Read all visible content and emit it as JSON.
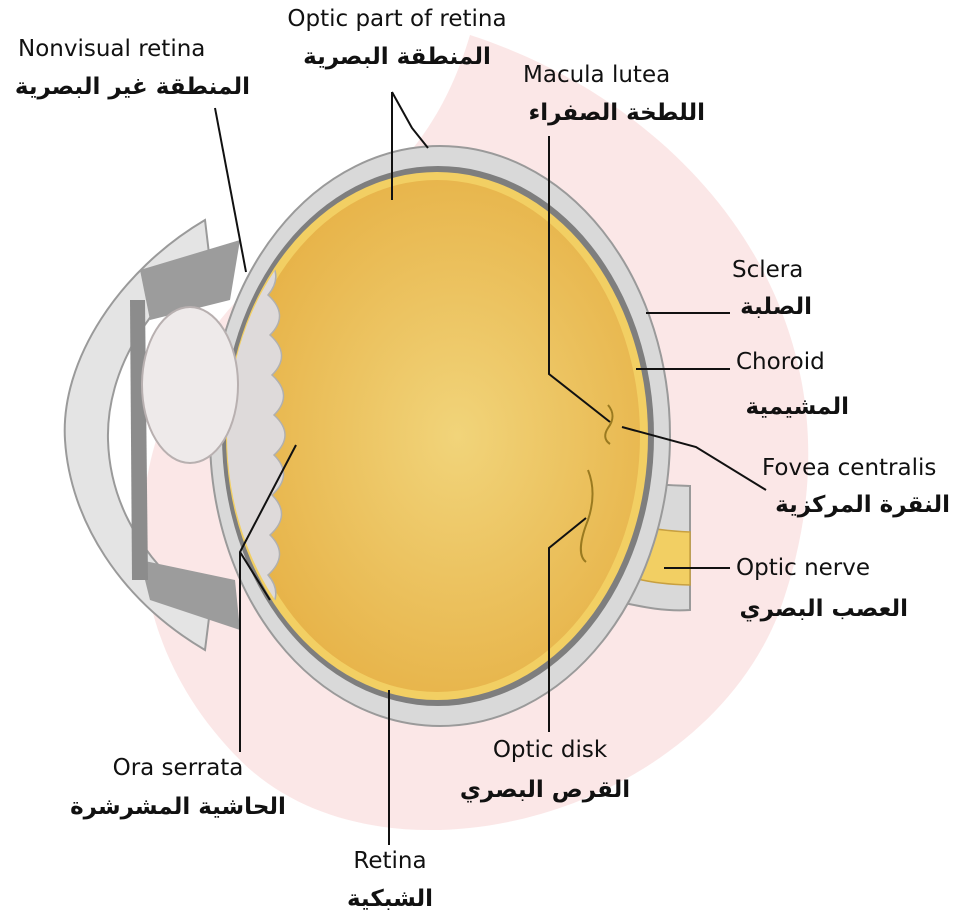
{
  "colors": {
    "watermark": "#f7d4d4",
    "sclera": "#d9d9d9",
    "choroid": "#7e7e7e",
    "retina": "#f2cf63",
    "vitreous_center": "#f1d47a",
    "vitreous_edge": "#e6b044",
    "lens": "#eeeaea",
    "leader_line": "#111111"
  },
  "labels": {
    "optic_part_en": "Optic part of retina",
    "optic_part_ar": "المنطقة البصرية",
    "nonvisual_en": "Nonvisual retina",
    "nonvisual_ar": "المنطقة غير البصرية",
    "macula_en": "Macula lutea",
    "macula_ar": "اللطخة الصفراء",
    "sclera_en": "Sclera",
    "sclera_ar": "الصلبة",
    "choroid_en": "Choroid",
    "choroid_ar": "المشيمية",
    "fovea_en": "Fovea centralis",
    "fovea_ar": "النقرة المركزية",
    "optic_nerve_en": "Optic nerve",
    "optic_nerve_ar": "العصب البصري",
    "optic_disk_en": "Optic disk",
    "optic_disk_ar": "القرص البصري",
    "ora_en": "Ora serrata",
    "ora_ar": "الحاشية المشرشرة",
    "retina_en": "Retina",
    "retina_ar": "الشبكية"
  }
}
